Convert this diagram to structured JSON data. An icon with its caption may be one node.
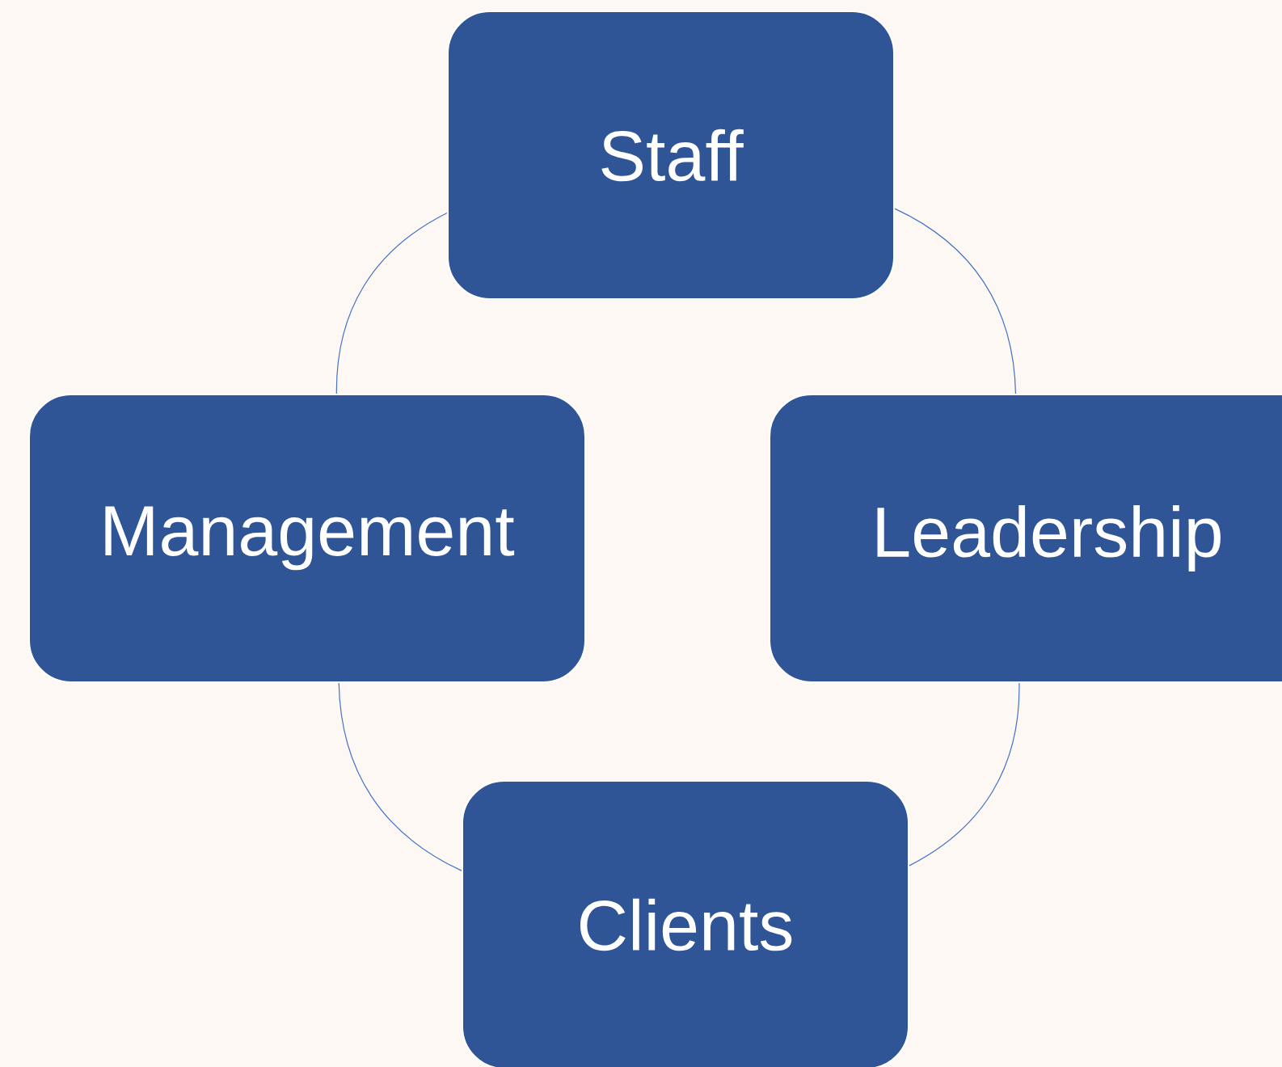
{
  "diagram": {
    "nodes": [
      {
        "text": [
          "Staff"
        ]
      },
      {
        "text": [
          "Leadership"
        ]
      },
      {
        "text": [
          "Clients"
        ]
      },
      {
        "text": [
          "Management"
        ]
      }
    ],
    "edges": [
      {
        "from": 0,
        "to": 1,
        "arrow": "none"
      },
      {
        "from": 1,
        "to": 2,
        "arrow": "none"
      },
      {
        "from": 2,
        "to": 3,
        "arrow": "none"
      },
      {
        "from": 3,
        "to": 0,
        "arrow": "none"
      }
    ]
  }
}
